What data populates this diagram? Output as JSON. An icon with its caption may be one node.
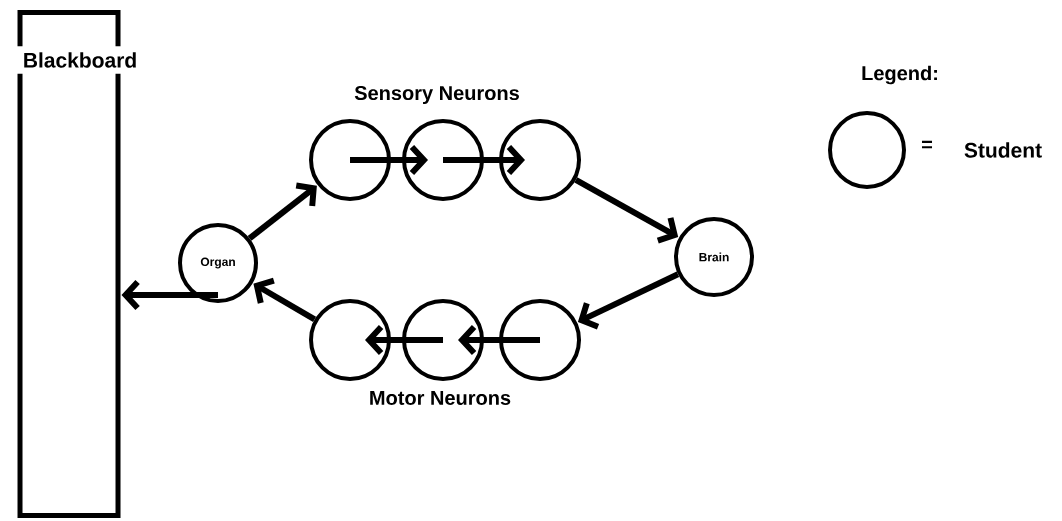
{
  "diagram": {
    "nodes": [
      {
        "text": [
          "Blackboard"
        ]
      },
      {
        "text": [
          "Organ"
        ]
      },
      {
        "text": [],
        "shape": "circle"
      },
      {
        "text": [],
        "shape": "circle"
      },
      {
        "text": [],
        "shape": "circle"
      },
      {
        "text": [
          "Brain"
        ]
      },
      {
        "text": [],
        "shape": "circle"
      },
      {
        "text": [],
        "shape": "circle"
      },
      {
        "text": [],
        "shape": "circle"
      }
    ],
    "edges": [
      {
        "from": 1,
        "to": 2,
        "arrow": "to"
      },
      {
        "from": 2,
        "to": 3,
        "arrow": "to"
      },
      {
        "from": 3,
        "to": 4,
        "arrow": "to"
      },
      {
        "from": 4,
        "to": 5,
        "arrow": "to"
      },
      {
        "from": 5,
        "to": 8,
        "arrow": "to"
      },
      {
        "from": 8,
        "to": 7,
        "arrow": "to"
      },
      {
        "from": 7,
        "to": 6,
        "arrow": "to"
      },
      {
        "from": 6,
        "to": 1,
        "arrow": "to"
      },
      {
        "from": 1,
        "to": 0,
        "arrow": "to"
      }
    ],
    "labels": [
      "Legend:",
      "Sensory Neurons",
      "=",
      "Motor Neurons"
    ],
    "legend": [
      {
        "text": "Student"
      }
    ]
  }
}
